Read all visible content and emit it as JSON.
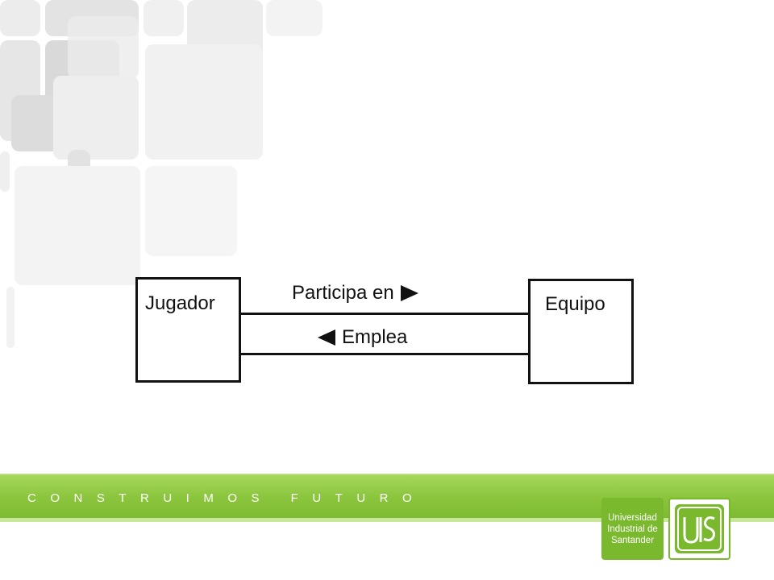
{
  "diagram": {
    "entities": [
      {
        "id": "jugador",
        "label": "Jugador"
      },
      {
        "id": "equipo",
        "label": "Equipo"
      }
    ],
    "relationships": [
      {
        "label": "Participa en",
        "direction": "right"
      },
      {
        "label": "Emplea",
        "direction": "left"
      }
    ]
  },
  "footer": {
    "slogan": "CONSTRUIMOS FUTURO",
    "logo_lines": [
      "Universidad",
      "Industrial de",
      "Santander"
    ],
    "seal_icon": "uis-seal-icon",
    "colors": {
      "band": "#8cc63f",
      "logo": "#7ab82e"
    }
  }
}
